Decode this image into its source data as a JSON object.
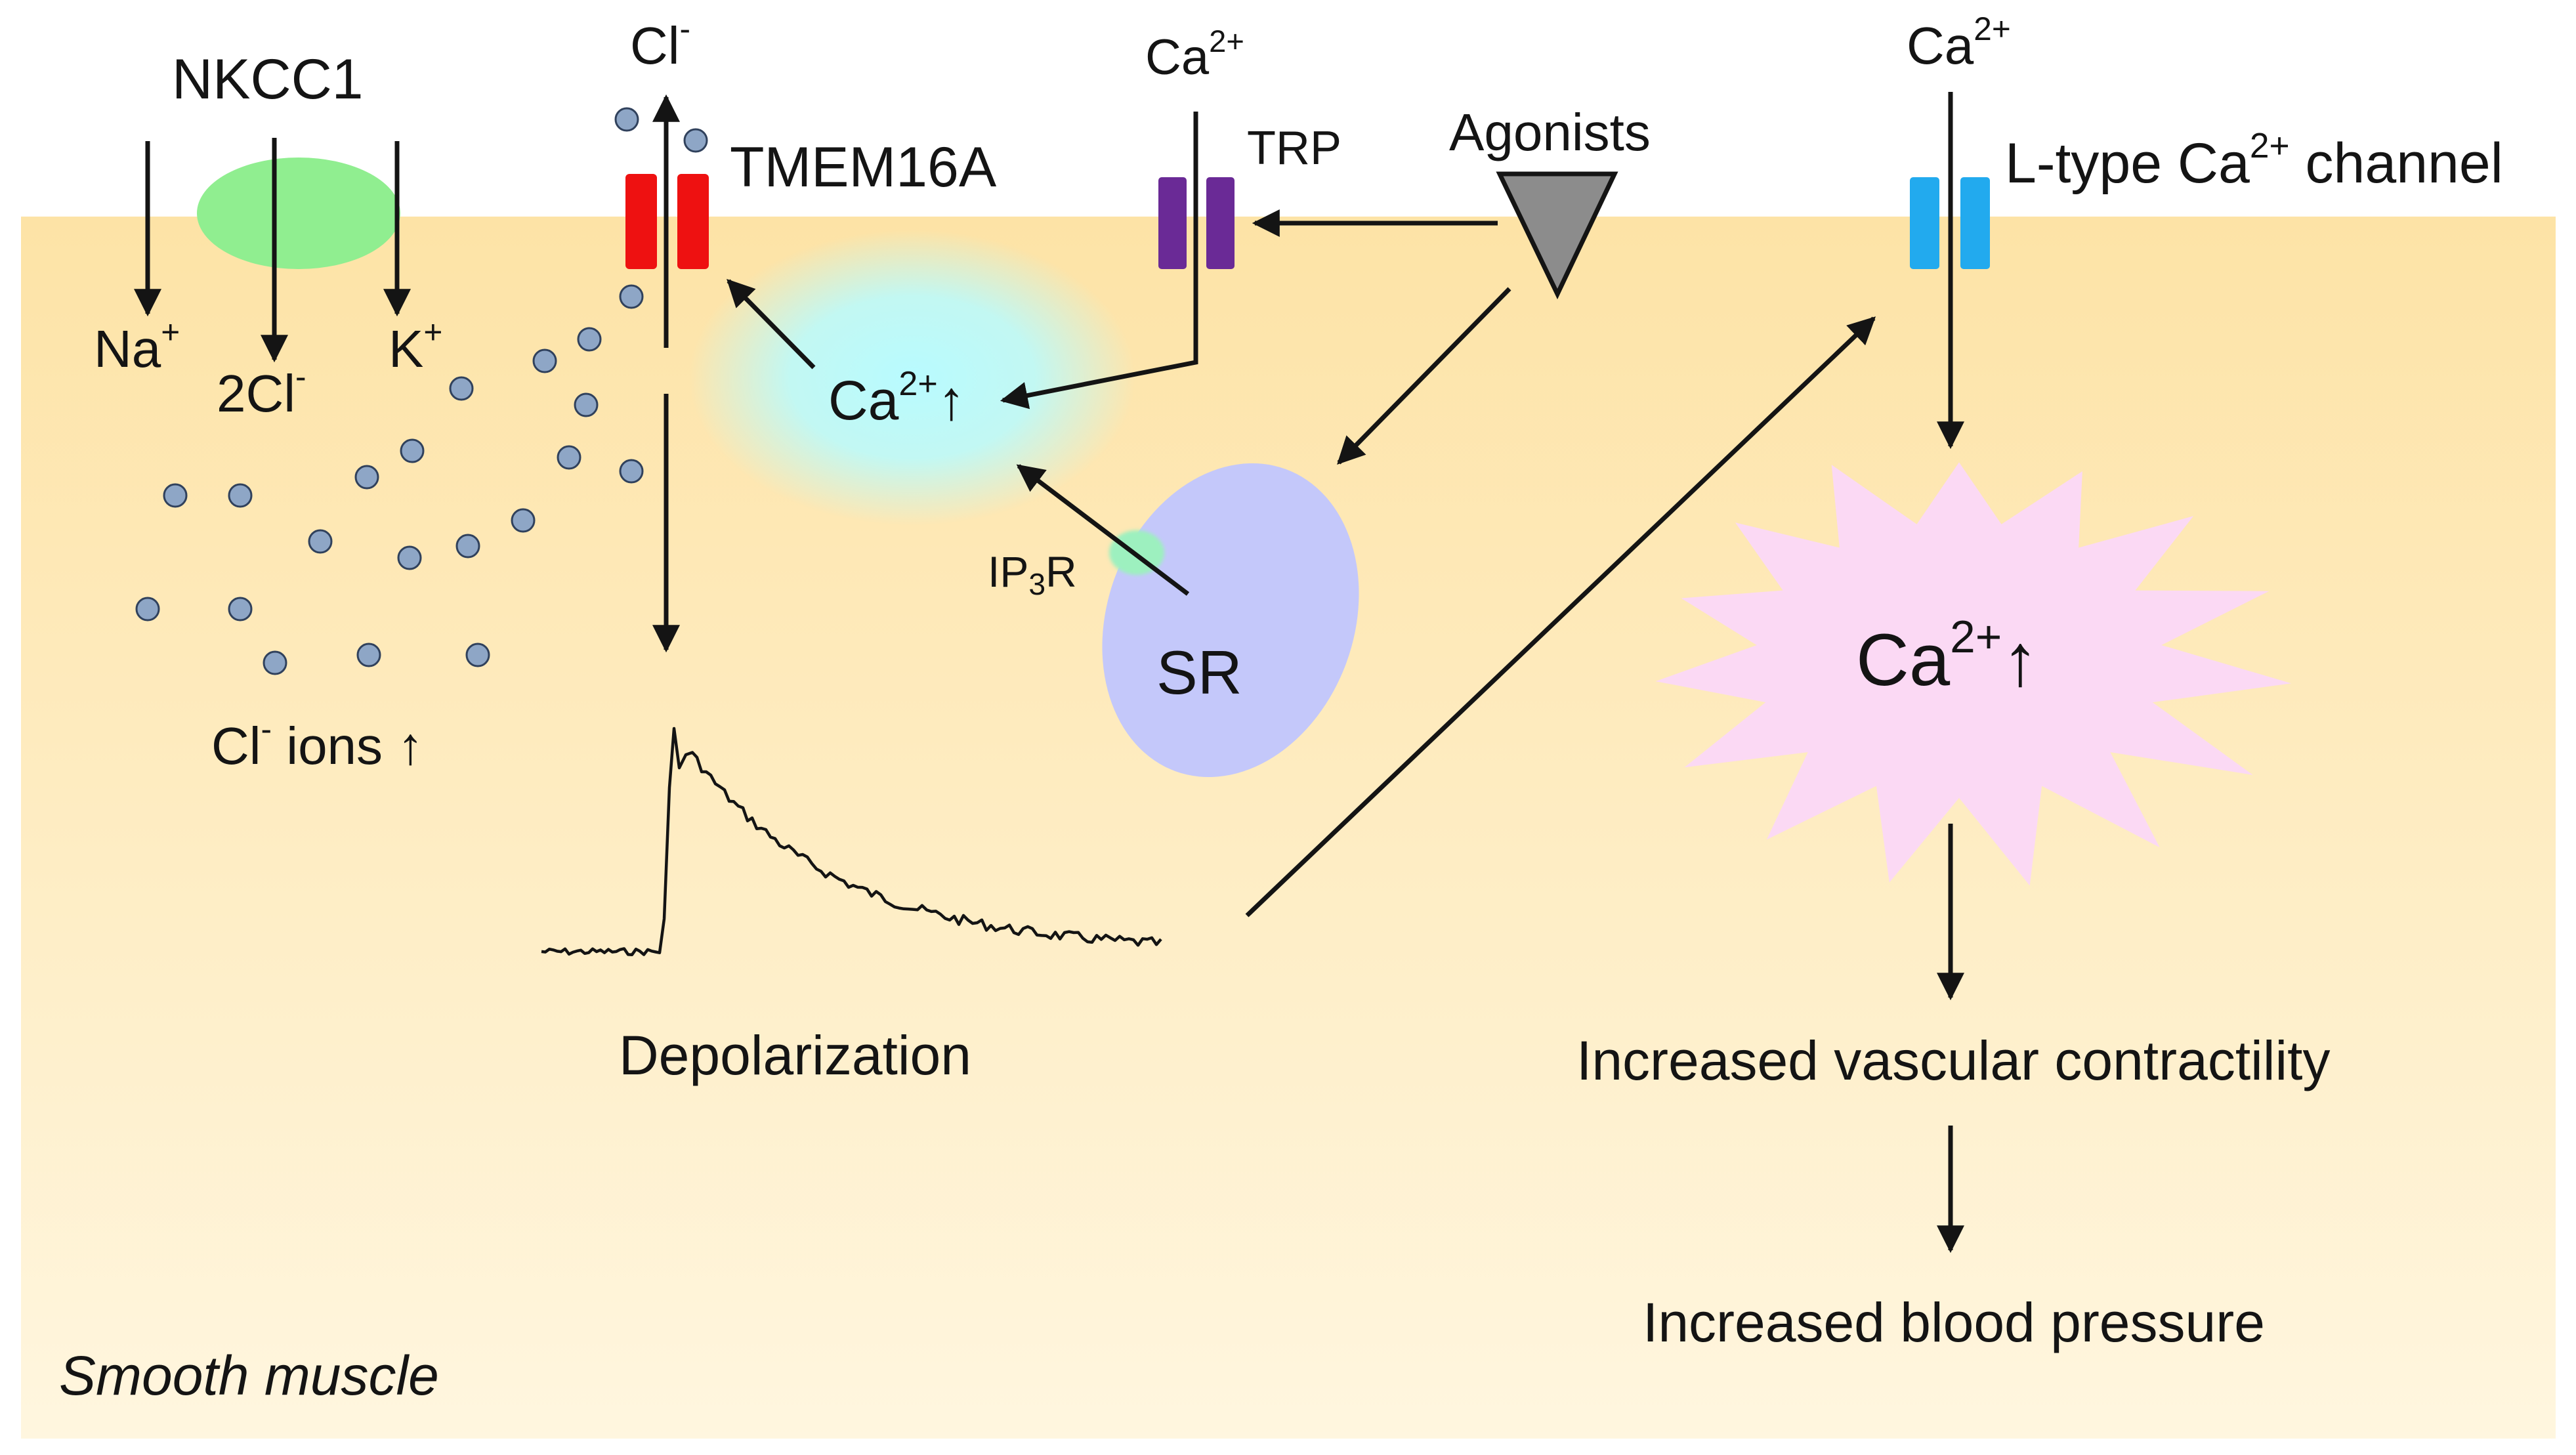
{
  "cell": {
    "label": "Smooth muscle"
  },
  "transporters": {
    "nkcc1": {
      "name": "NKCC1",
      "ions": {
        "na": "Na",
        "na_charge": "+",
        "cl": "2Cl",
        "cl_charge": "-",
        "k": "K",
        "k_charge": "+"
      }
    },
    "tmem16a": {
      "name": "TMEM16A",
      "ion": "Cl",
      "ion_charge": "-"
    },
    "trp": {
      "name": "TRP",
      "ion": "Ca",
      "ion_charge": "2+"
    },
    "ltype": {
      "name_prefix": "L-type Ca",
      "name_charge": "2+",
      "name_suffix": " channel",
      "ion": "Ca",
      "ion_charge": "2+"
    }
  },
  "agonists": {
    "label": "Agonists"
  },
  "sr": {
    "label": "SR",
    "receptor_prefix": "IP",
    "receptor_sub": "3",
    "receptor_suffix": "R"
  },
  "cytosol": {
    "local_ca_prefix": "Ca",
    "local_ca_charge": "2+",
    "local_ca_arrow": "↑",
    "global_ca_prefix": "Ca",
    "global_ca_charge": "2+",
    "global_ca_arrow": "↑",
    "cl_ions_prefix": "Cl",
    "cl_ions_charge": "-",
    "cl_ions_suffix": " ions ↑"
  },
  "steps": {
    "depolarization": "Depolarization",
    "contractility": "Increased vascular contractility",
    "pressure": "Increased blood pressure"
  },
  "colors": {
    "cell_top": "#fde3a6",
    "cell_bottom": "#fff6df",
    "nkcc1": "#90ee90",
    "tmem16a": "#ee1111",
    "trp": "#6a2a96",
    "ltype": "#22aaee",
    "local_ca_glow": "#b8fbff",
    "sr": "#c4c8fa",
    "ip3r": "#9df0bf",
    "ca_burst": "#fbd9f4",
    "ion_dot": "#8ea6c6",
    "arrow": "#141414"
  }
}
